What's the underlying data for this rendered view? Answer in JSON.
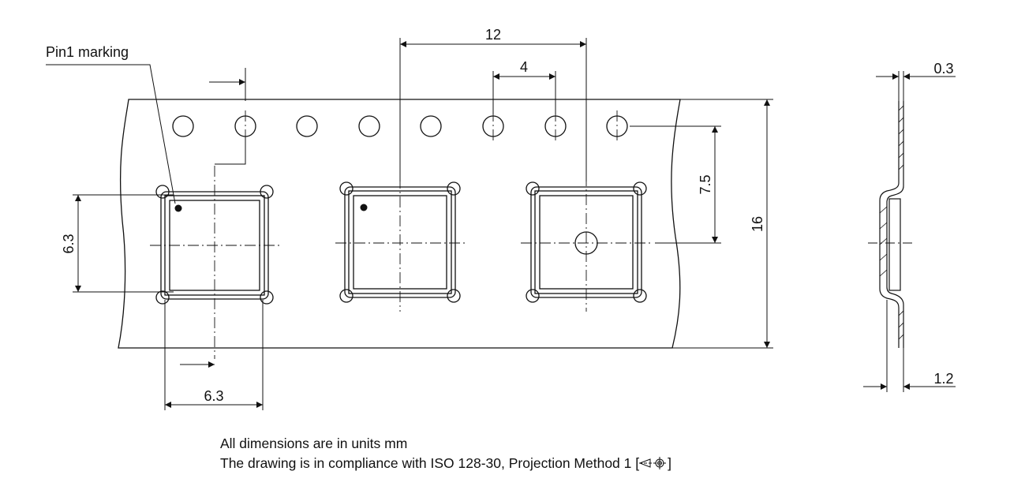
{
  "labels": {
    "pin1_marking": "Pin1 marking",
    "pitch_12": "12",
    "pitch_4": "4",
    "dim_7_5": "7.5",
    "dim_16": "16",
    "dim_6_3_vertical": "6.3",
    "dim_6_3_horizontal": "6.3",
    "dim_0_3": "0.3",
    "dim_1_2": "1.2"
  },
  "notes": {
    "line1": "All dimensions are in units mm",
    "line2_prefix": "The drawing is in compliance with ISO 128-30, Projection Method 1 [",
    "line2_suffix": "]"
  }
}
